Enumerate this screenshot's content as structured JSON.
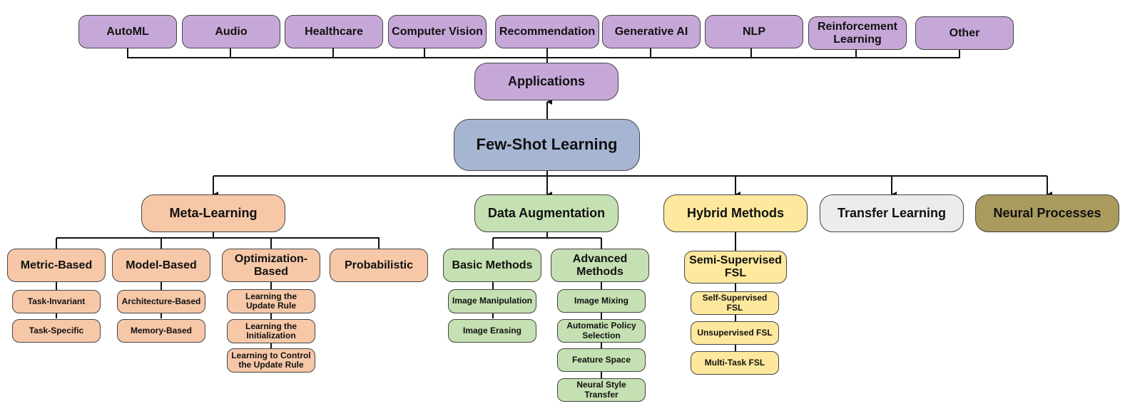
{
  "root": "Few-Shot Learning",
  "applications": {
    "label": "Applications",
    "items": [
      "AutoML",
      "Audio",
      "Healthcare",
      "Computer Vision",
      "Recommendation",
      "Generative AI",
      "NLP",
      "Reinforcement Learning",
      "Other"
    ]
  },
  "categories": {
    "meta_learning": {
      "label": "Meta-Learning",
      "metric_based": {
        "label": "Metric-Based",
        "children": [
          "Task-Invariant",
          "Task-Specific"
        ]
      },
      "model_based": {
        "label": "Model-Based",
        "children": [
          "Architecture-Based",
          "Memory-Based"
        ]
      },
      "optimization_based": {
        "label": "Optimization-Based",
        "children": [
          "Learning the Update Rule",
          "Learning the Initialization",
          "Learning to Control the Update Rule"
        ]
      },
      "probabilistic": {
        "label": "Probabilistic"
      }
    },
    "data_augmentation": {
      "label": "Data Augmentation",
      "basic": {
        "label": "Basic Methods",
        "children": [
          "Image Manipulation",
          "Image Erasing"
        ]
      },
      "advanced": {
        "label": "Advanced Methods",
        "children": [
          "Image Mixing",
          "Automatic Policy Selection",
          "Feature Space",
          "Neural Style Transfer"
        ]
      }
    },
    "hybrid": {
      "label": "Hybrid Methods",
      "semi": {
        "label": "Semi-Supervised FSL",
        "children": [
          "Self-Supervised FSL",
          "Unsupervised FSL",
          "Multi-Task FSL"
        ]
      }
    },
    "transfer": {
      "label": "Transfer Learning"
    },
    "neural_processes": {
      "label": "Neural Processes"
    }
  },
  "colors": {
    "applications": "#c6a8d8",
    "root": "#a6b5d2",
    "meta_learning": "#f6c8a8",
    "data_augmentation": "#c5e0b2",
    "hybrid": "#fde89d",
    "transfer": "#ececec",
    "neural_processes": "#aa9a5e"
  }
}
